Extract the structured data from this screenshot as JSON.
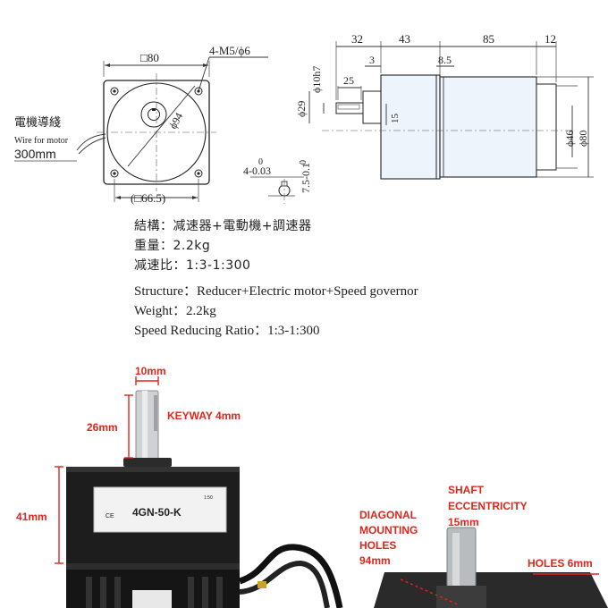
{
  "front_view": {
    "square_label": "□80",
    "holes_label": "4-M5/ϕ6",
    "diameter_label": "ϕ94",
    "pitch_label": "(□66.5)",
    "wire_label_cn": "電機導綫",
    "wire_label_en": "Wire for motor",
    "wire_length": "300mm"
  },
  "side_view": {
    "dim_top": [
      "32",
      "43",
      "85",
      "12"
    ],
    "dim_3": "3",
    "dim_8_5": "8.5",
    "dim_25": "25",
    "shaft_dia": "ϕ10h7",
    "boss_dia": "ϕ29",
    "key_height": "15",
    "body_dia_46": "ϕ46",
    "body_dia_80": "ϕ80",
    "key_tol_label": "4-0.03",
    "key_tol_zero": "0",
    "depth_label": "7.5-0.1",
    "depth_zero": "0"
  },
  "specs_cn": [
    "結構：减速器+電動機+調速器",
    "重量：2.2kg",
    "减速比：1:3-1:300"
  ],
  "specs_en": [
    "Structure：Reducer+Electric motor+Speed governor",
    "Weight：2.2kg",
    "Speed Reducing Ratio：1:3-1:300"
  ],
  "photo": {
    "shaft_width": "10mm",
    "shaft_length": "26mm",
    "keyway": "KEYWAY 4mm",
    "gearbox_height": "41mm",
    "model_label": "4GN-50-K",
    "model_small": "1:50",
    "ce_mark": "CE",
    "diagonal_label": [
      "DIAGONAL",
      "MOUNTING",
      "HOLES",
      "94mm"
    ],
    "eccentricity_label": [
      "SHAFT",
      "ECCENTRICITY",
      "15mm"
    ],
    "holes_label": "HOLES 6mm"
  }
}
